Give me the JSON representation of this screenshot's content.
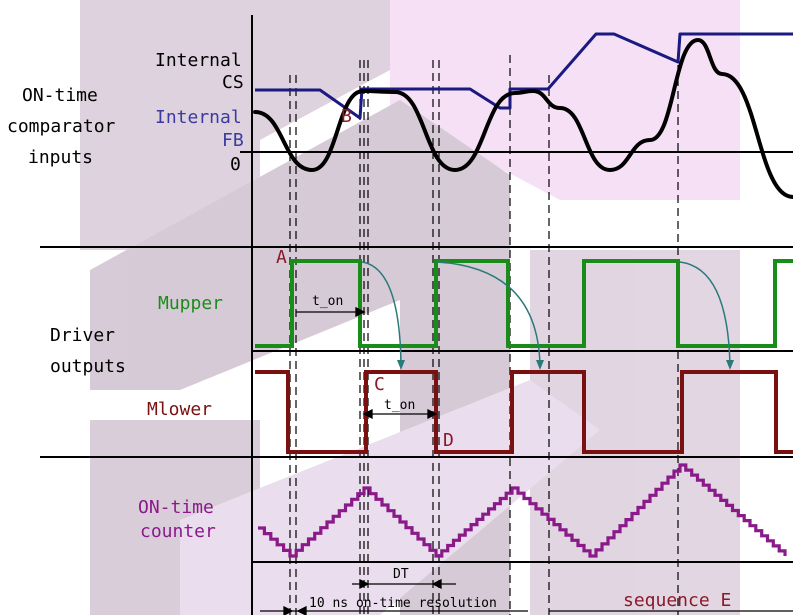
{
  "labels": {
    "ontime_inputs": [
      "ON-time",
      "comparator",
      "inputs"
    ],
    "internal_cs": [
      "Internal",
      "CS"
    ],
    "internal_fb": [
      "Internal",
      "FB"
    ],
    "zero": "0",
    "point_a": "A",
    "point_b": "B",
    "point_c": "C",
    "point_d": "D",
    "mupper": "Mupper",
    "driver_outputs": [
      "Driver",
      "outputs"
    ],
    "mlower": "Mlower",
    "ton_upper": "t_on",
    "ton_lower": "t_on",
    "counter": [
      "ON-time",
      "counter"
    ],
    "dt": "DT",
    "resolution": "10 ns on-time resolution",
    "sequence": "sequence E"
  },
  "colors": {
    "background_watermark": "#c8b8c8",
    "watermark_pink": "#f0d0f0",
    "cs_trace": "#1a1a80",
    "fb_label": "#3a3aa0",
    "fb_trace": "#000000",
    "mupper": "#1a8c1a",
    "mlower": "#7a1010",
    "point_label": "#8a1a2a",
    "counter": "#8a1a8a",
    "arrow": "#2a7a7a",
    "axis": "#000000"
  }
}
